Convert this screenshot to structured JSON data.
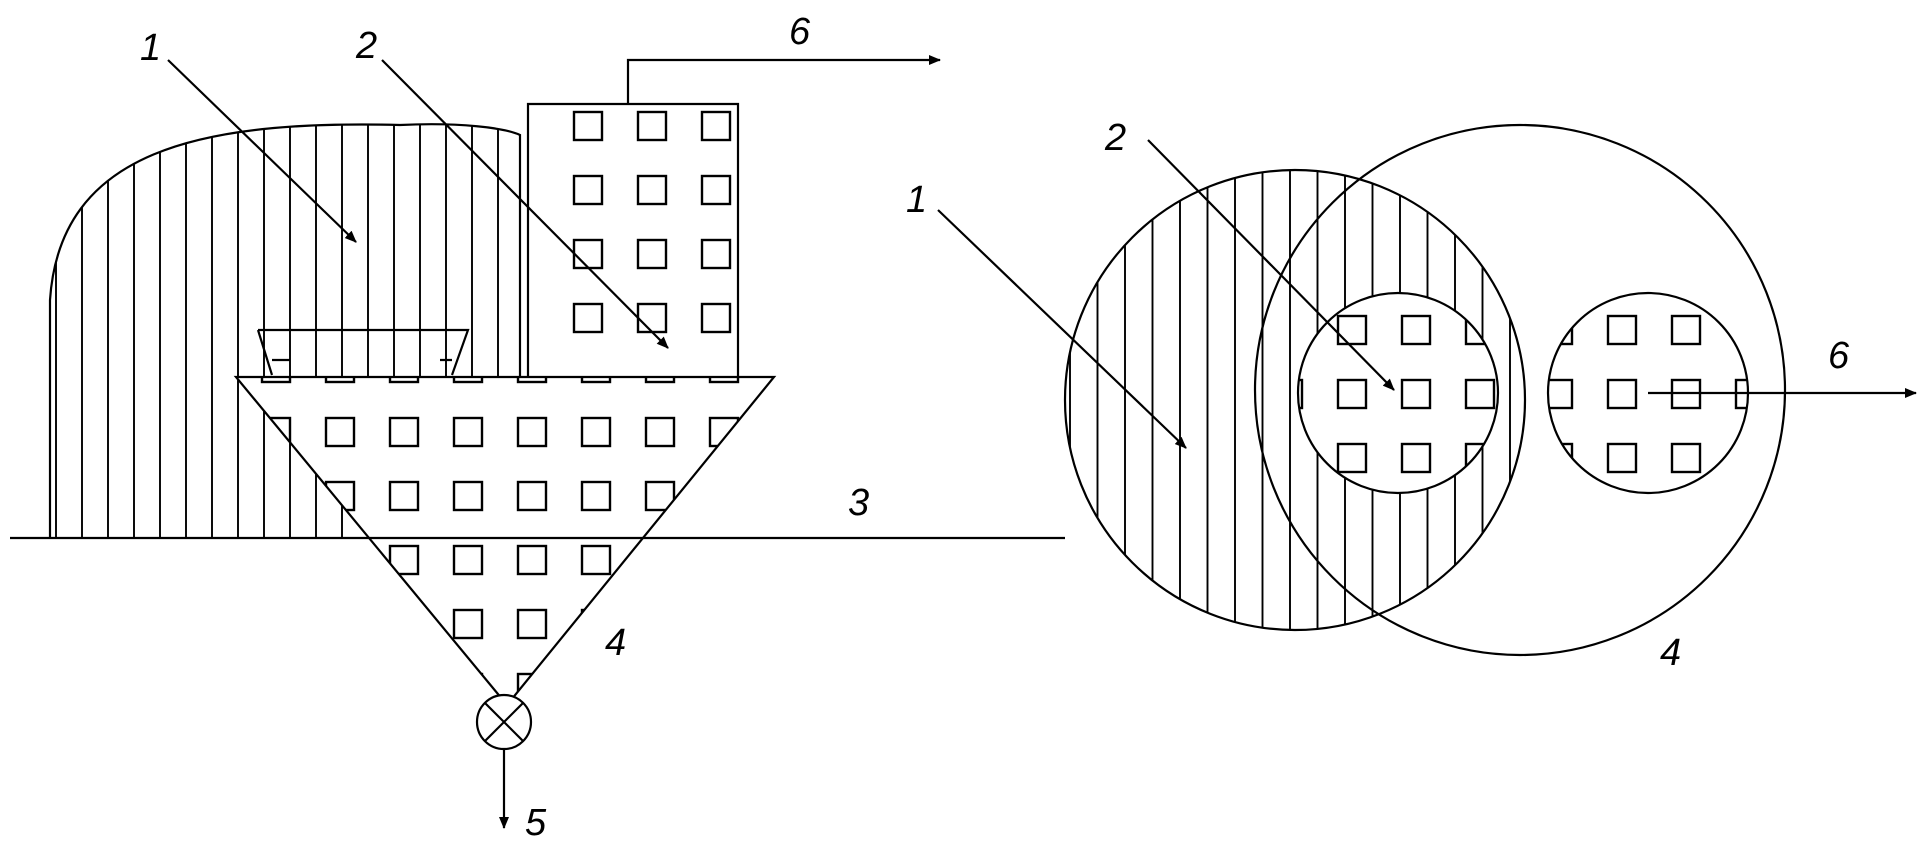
{
  "left_view": {
    "labels": {
      "zone_1": "1",
      "zone_2": "2",
      "ground_line": "3",
      "funnel": "4",
      "outlet_down": "5",
      "outlet_pipe": "6"
    }
  },
  "right_view": {
    "labels": {
      "zone_1": "1",
      "zone_2": "2",
      "funnel": "4",
      "outlet_pipe": "6"
    }
  },
  "colors": {
    "ink": "#000000",
    "paper": "#ffffff"
  }
}
